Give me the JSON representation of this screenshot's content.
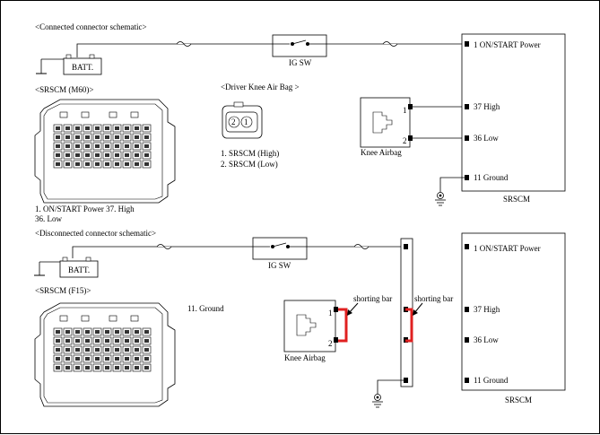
{
  "connected": {
    "title": "<Connected connector schematic>",
    "batt": "BATT.",
    "ig_sw": "IG SW",
    "srscm_m60": "<SRSCM  (M60)>",
    "dkab_title": "<Driver Knee Air Bag >",
    "dkab_pin2": "2",
    "dkab_pin1": "1",
    "dkab_desc1": "1.  SRSCM  (High)",
    "dkab_desc2": "2.  SRSCM  (Low)",
    "knee_airbag": "Knee Airbag",
    "ka_pin1": "1",
    "ka_pin2": "2",
    "pin_on_start": "1 ON/START  Power",
    "pin_high": "37 High",
    "pin_low": "36 Low",
    "pin_ground": "11  Ground",
    "srscm": "SRSCM",
    "legend1": "1. ON/START  Power      37.  High",
    "legend2": "36. Low"
  },
  "disconnected": {
    "title": "<Disconnected connector schematic>",
    "batt": "BATT.",
    "ig_sw": "IG SW",
    "srscm_f15": "<SRSCM  (F15)>",
    "ground_note": "11.  Ground",
    "shorting_bar_left": "shorting bar",
    "shorting_bar_right": "shorting bar",
    "knee_airbag": "Knee Airbag",
    "ka_pin1": "1",
    "ka_pin2": "2",
    "pin_on_start": "1 ON/START  Power",
    "pin_high": "37 High",
    "pin_low": "36 Low",
    "pin_ground": "11  Ground",
    "srscm": "SRSCM"
  },
  "colors": {
    "shorting_bar": "#e02020",
    "line": "#000000"
  }
}
